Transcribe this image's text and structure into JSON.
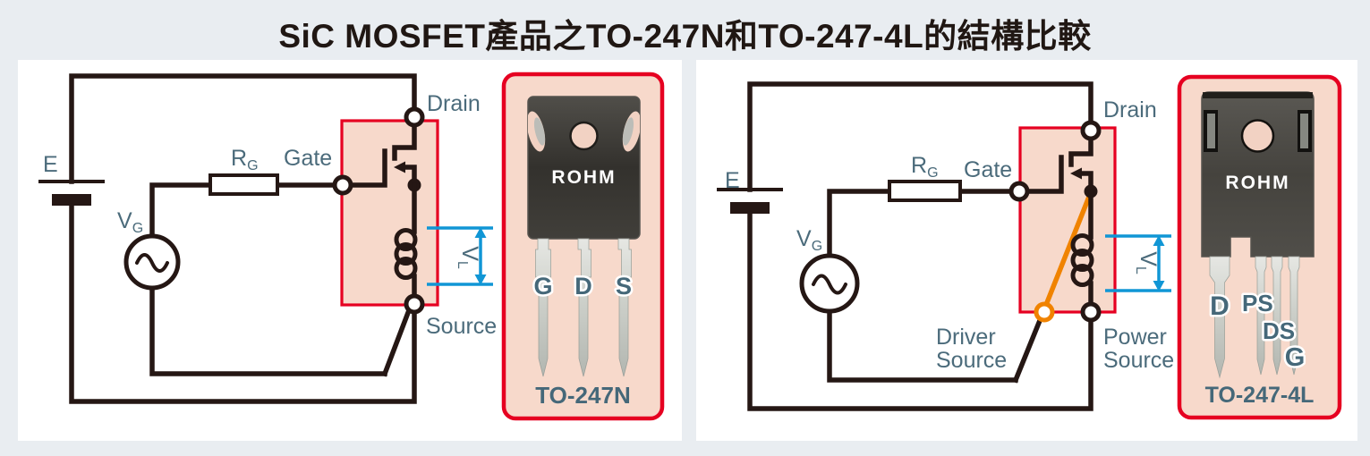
{
  "title": "SiC MOSFET產品之TO-247N和TO-247-4L的結構比較",
  "colors": {
    "background": "#e9edf1",
    "panel": "#ffffff",
    "wire": "#251714",
    "label_text": "#4b6b7b",
    "highlight_fill": "#f7d9cb",
    "highlight_border": "#e60021",
    "measure_blue": "#1096d5",
    "kelvin_orange": "#f08300",
    "package_body": "#3a3833",
    "pin_metal": "#cdd0ca"
  },
  "left": {
    "circuit": {
      "battery": "E",
      "vg_main": "V",
      "vg_sub": "G",
      "rg_main": "R",
      "rg_sub": "G",
      "gate": "Gate",
      "drain": "Drain",
      "source": "Source",
      "vl_main": "V",
      "vl_sub": "L"
    },
    "package": {
      "brand": "ROHM",
      "pins": [
        "G",
        "D",
        "S"
      ],
      "name": "TO-247N"
    }
  },
  "right": {
    "circuit": {
      "battery": "E",
      "vg_main": "V",
      "vg_sub": "G",
      "rg_main": "R",
      "rg_sub": "G",
      "gate": "Gate",
      "drain": "Drain",
      "driver_source": [
        "Driver",
        "Source"
      ],
      "power_source": [
        "Power",
        "Source"
      ],
      "vl_main": "V",
      "vl_sub": "L"
    },
    "package": {
      "brand": "ROHM",
      "pins": [
        "D",
        "PS",
        "DS",
        "G"
      ],
      "name": "TO-247-4L"
    }
  }
}
